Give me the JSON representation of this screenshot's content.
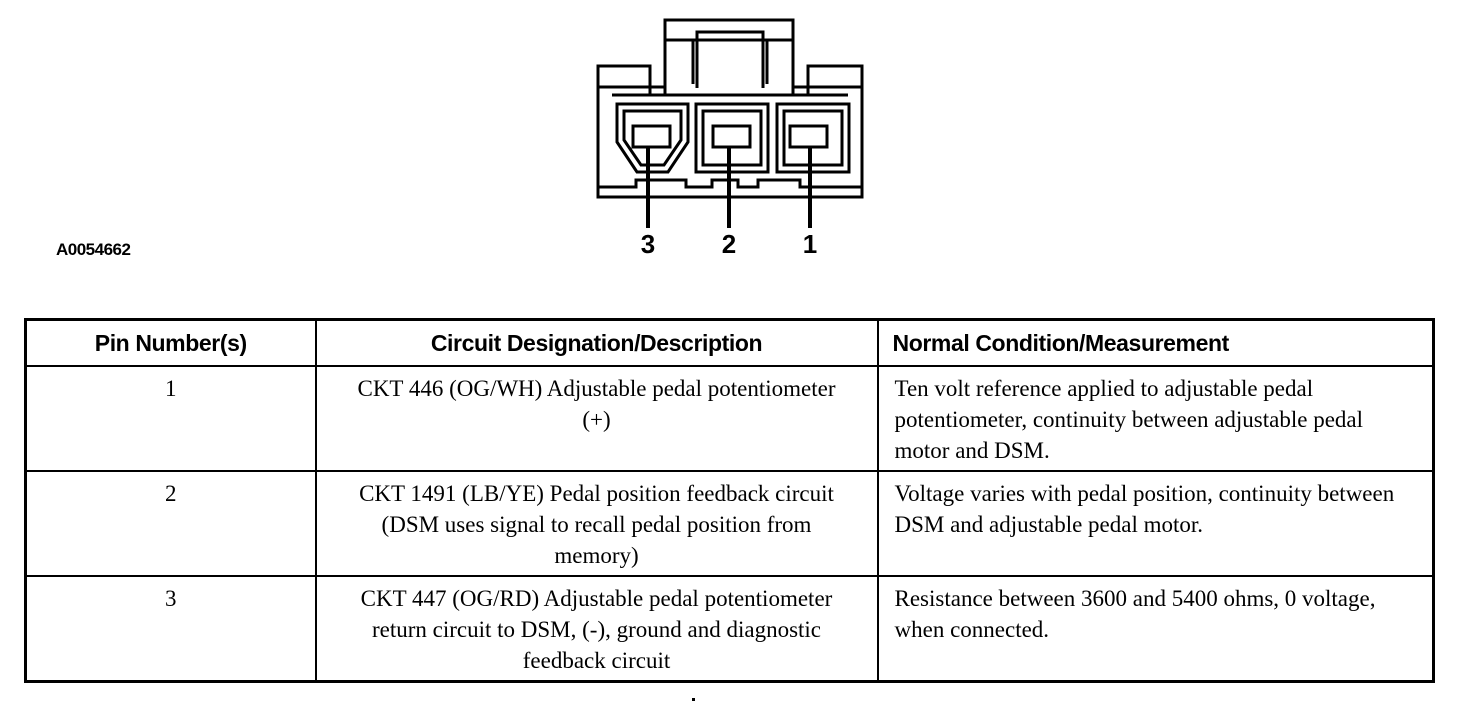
{
  "figure": {
    "id": "A0054662",
    "pin_labels": [
      "3",
      "2",
      "1"
    ]
  },
  "table": {
    "headers": [
      "Pin Number(s)",
      "Circuit Designation/Description",
      "Normal Condition/Measurement"
    ],
    "rows": [
      {
        "pin": "1",
        "circuit": "CKT 446 (OG/WH) Adjustable pedal potentiometer (+)",
        "condition": "Ten volt reference applied to adjustable pedal potentiometer, continuity between adjustable pedal motor and DSM."
      },
      {
        "pin": "2",
        "circuit": "CKT 1491 (LB/YE) Pedal position feedback circuit (DSM uses signal to recall pedal position from memory)",
        "condition": "Voltage varies with pedal position, continuity between DSM and adjustable pedal motor."
      },
      {
        "pin": "3",
        "circuit": "CKT 447 (OG/RD) Adjustable pedal potentiometer return circuit to DSM, (-), ground and diagnostic feedback circuit",
        "condition": "Resistance between 3600 and 5400 ohms, 0 voltage, when connected."
      }
    ]
  }
}
